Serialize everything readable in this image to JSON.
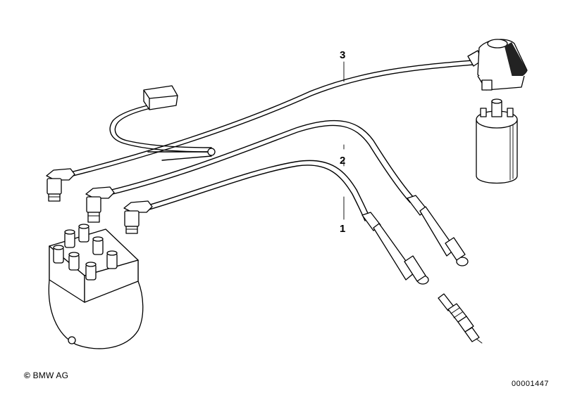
{
  "diagram": {
    "callouts": [
      {
        "id": "3",
        "label": "3"
      },
      {
        "id": "2",
        "label": "2"
      },
      {
        "id": "1",
        "label": "1"
      }
    ],
    "copyright": "BMW AG",
    "copyright_symbol": "©",
    "diagram_id": "00001447"
  }
}
